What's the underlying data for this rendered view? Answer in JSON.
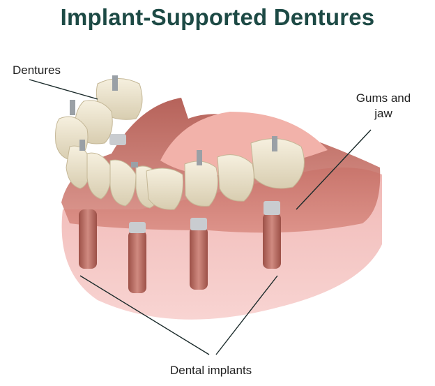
{
  "title": "Implant-Supported Dentures",
  "labels": {
    "dentures": "Dentures",
    "gums_line1": "Gums and",
    "gums_line2": "jaw",
    "implants": "Dental implants"
  },
  "colors": {
    "title": "#1d4a45",
    "gum": "#e9a6a3",
    "gum_dark": "#b65a4f",
    "tooth": "#ece4cf",
    "implant": "#b86d62"
  }
}
